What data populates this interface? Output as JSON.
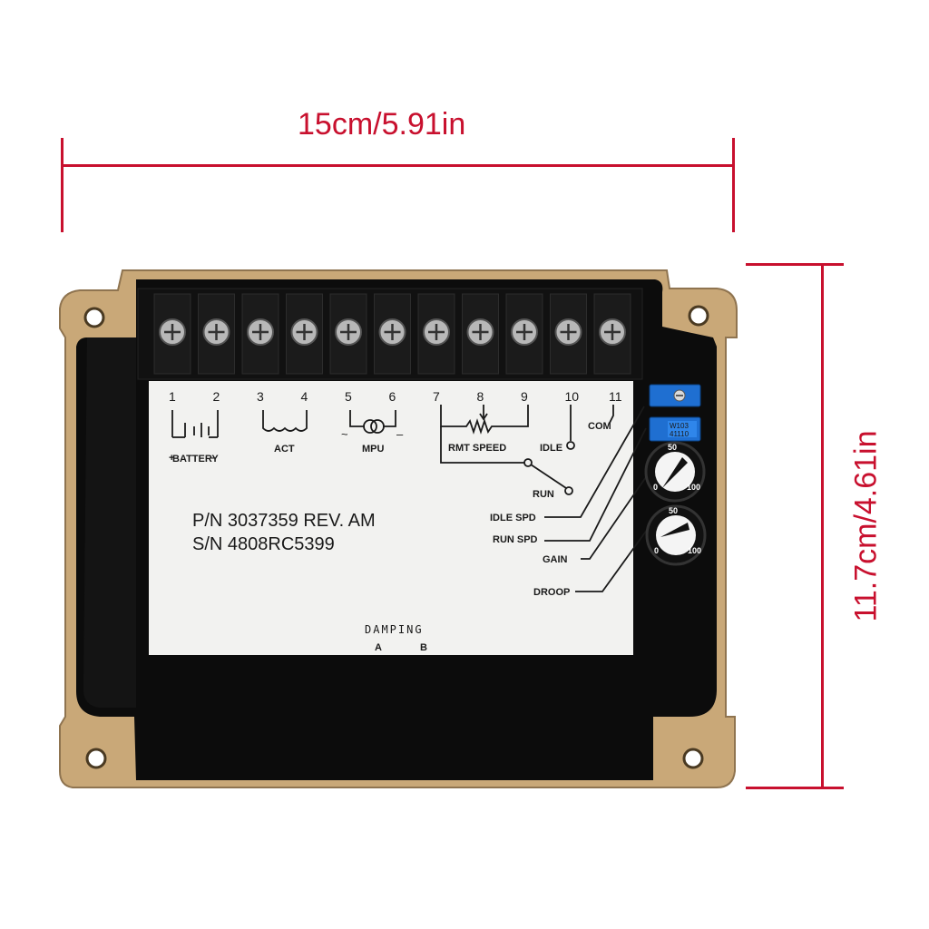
{
  "dimensions": {
    "width_label": "15cm/5.91in",
    "height_label": "11.7cm/4.61in",
    "line_color": "#c8102e"
  },
  "terminals": {
    "numbers": [
      "1",
      "2",
      "3",
      "4",
      "5",
      "6",
      "7",
      "8",
      "9",
      "10",
      "11"
    ],
    "battery_label": "BATTERY",
    "act_label": "ACT",
    "mpu_label": "MPU",
    "rmt_speed_label": "RMT SPEED",
    "idle_label": "IDLE",
    "com_label": "COM",
    "plus_sign": "+",
    "minus_sign": "–",
    "tilde_sign": "~"
  },
  "label_panel": {
    "pn_line": "P/N  3037359  REV. AM",
    "sn_line": "S/N  4808RC5399",
    "run_label": "RUN",
    "idle_spd_label": "IDLE SPD",
    "run_spd_label": "RUN SPD",
    "gain_label": "GAIN",
    "droop_label": "DROOP",
    "damping_label": "DAMPING",
    "damping_a": "A",
    "damping_b": "B"
  },
  "trimpots": {
    "top_code": "W103",
    "bottom_code": "41110",
    "color": "#1f6fd1"
  },
  "dials": {
    "mark_low": "0",
    "mark_mid": "50",
    "mark_high": "100"
  },
  "colors": {
    "frame": "#c9a878",
    "body": "#0c0c0c",
    "panel": "#f2f2f0"
  }
}
